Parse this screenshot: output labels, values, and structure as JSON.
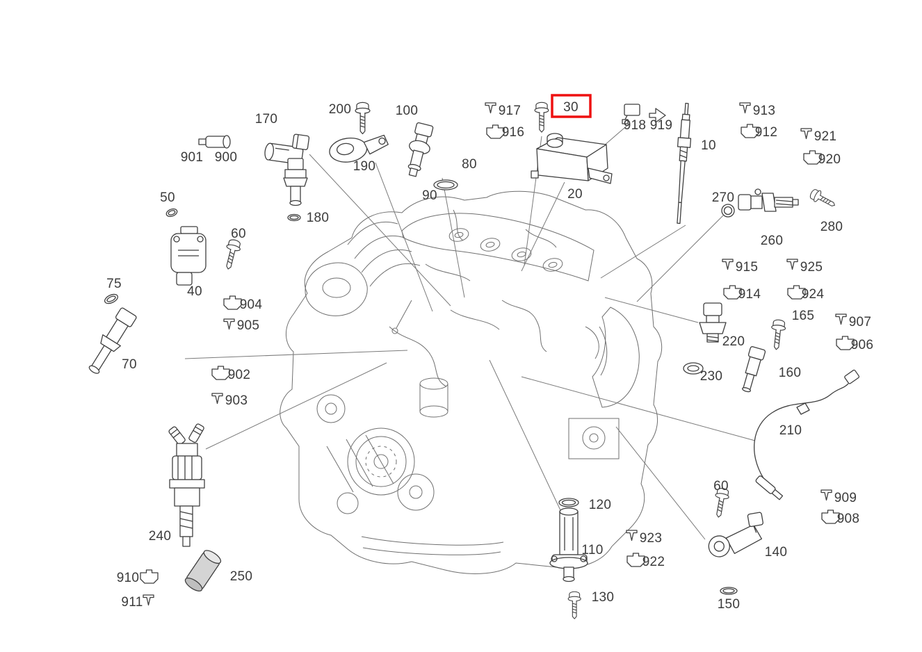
{
  "diagram": {
    "type": "engine-exploded-parts-diagram",
    "background": "#ffffff",
    "label_color": "#3c3c3c",
    "engine_line_color": "#6f6f6f",
    "part_line_color": "#3f3f3f",
    "highlight": {
      "part": "30",
      "box_color": "#ee1111"
    },
    "icons": {
      "pin": "pin-icon",
      "clamp": "clamp-icon",
      "bolt": "bolt-icon",
      "o_ring": "o-ring-icon",
      "module": "module-icon",
      "arrow": "arrow-icon"
    },
    "callouts": {
      "c10": "10",
      "c20": "20",
      "c30": "30",
      "c40": "40",
      "c50": "50",
      "c60a": "60",
      "c60b": "60",
      "c70": "70",
      "c75": "75",
      "c80": "80",
      "c90": "90",
      "c100": "100",
      "c110": "110",
      "c120": "120",
      "c130": "130",
      "c140": "140",
      "c150": "150",
      "c160": "160",
      "c165": "165",
      "c170": "170",
      "c180": "180",
      "c190": "190",
      "c200": "200",
      "c210": "210",
      "c220": "220",
      "c230": "230",
      "c240": "240",
      "c250": "250",
      "c260": "260",
      "c270": "270",
      "c280": "280",
      "c900": "900",
      "c901": "901",
      "c902": "902",
      "c903": "903",
      "c904": "904",
      "c905": "905",
      "c906": "906",
      "c907": "907",
      "c908": "908",
      "c909": "909",
      "c910": "910",
      "c911": "911",
      "c912": "912",
      "c913": "913",
      "c914": "914",
      "c915": "915",
      "c916": "916",
      "c917": "917",
      "c918": "918",
      "c919": "919",
      "c920": "920",
      "c921": "921",
      "c922": "922",
      "c923": "923",
      "c924": "924",
      "c925": "925"
    }
  }
}
